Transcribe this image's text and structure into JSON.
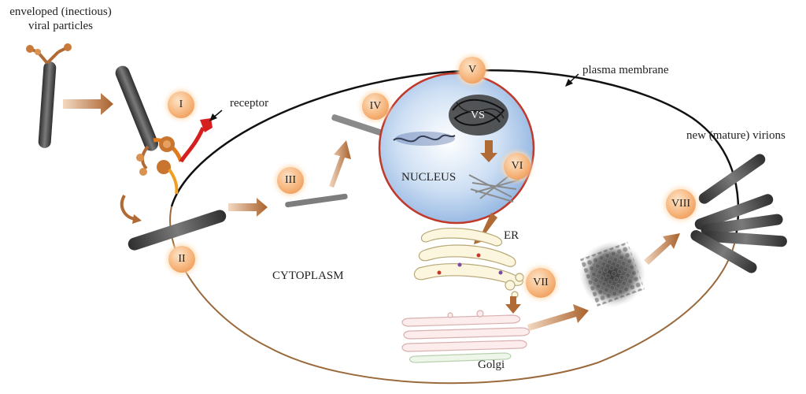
{
  "labels": {
    "enveloped": "enveloped (inectious)\nviral particles",
    "receptor": "receptor",
    "plasma_membrane": "plasma membrane",
    "new_virions": "new (mature) virions",
    "nucleus": "NUCLEUS",
    "vs": "VS",
    "er": "ER",
    "cytoplasm": "CYTOPLASM",
    "golgi": "Golgi"
  },
  "stages": [
    "I",
    "II",
    "III",
    "IV",
    "V",
    "VI",
    "VII",
    "VIII"
  ],
  "colors": {
    "membrane_top": "#111111",
    "membrane_bottom": "#9a6a3c",
    "nucleus_border": "#c0392b",
    "nucleus_fill": "#a9c6e8",
    "arrow": "#b06a35",
    "badge": "#f6b47a",
    "virion": "#4a4a4a"
  },
  "icons": [
    "virion-icon",
    "receptor-icon",
    "arrow-icon",
    "er-icon",
    "golgi-icon",
    "capsid-assembly-icon"
  ]
}
